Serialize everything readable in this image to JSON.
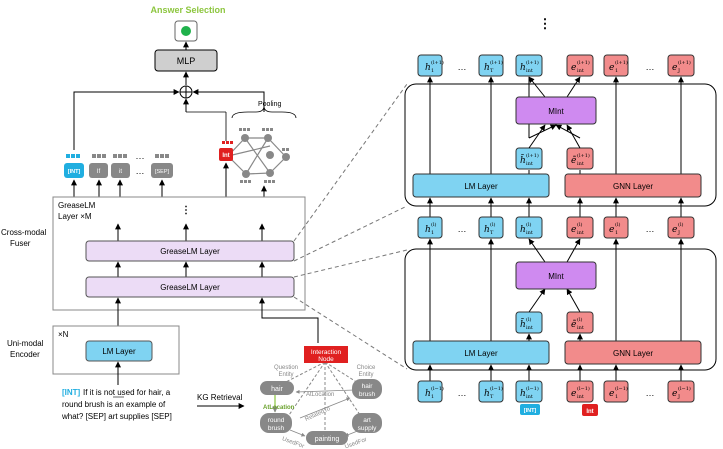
{
  "left": {
    "answer_selection": "Answer Selection",
    "mlp": "MLP",
    "pooling": "Pooling",
    "tokens": [
      "[INT]",
      "If",
      "it",
      "…",
      "[SEP]"
    ],
    "int_node": "Int",
    "fuser_title_1": "GreaseLM",
    "fuser_title_2": "Layer ×M",
    "greaselm_layer": "GreaseLM Layer",
    "cross_modal_1": "Cross-modal",
    "cross_modal_2": "Fuser",
    "uni_modal_1": "Uni-modal",
    "uni_modal_2": "Encoder",
    "xN": "×N",
    "lm_layer": "LM Layer",
    "question_int": "[INT]",
    "question_line1": "If it is not used for hair, a",
    "question_line2": "round brush is an example of",
    "question_line3": "what?  [SEP] art supplies  [SEP]",
    "kg_retrieval": "KG Retrieval"
  },
  "kg": {
    "interaction_node_1": "Interaction",
    "interaction_node_2": "Node",
    "question_entity_1": "Question",
    "question_entity_2": "Entity",
    "choice_entity_1": "Choice",
    "choice_entity_2": "Entity",
    "hair": "hair",
    "hair_brush_1": "hair",
    "hair_brush_2": "brush",
    "round_brush_1": "round",
    "round_brush_2": "brush",
    "art_supply_1": "art",
    "art_supply_2": "supply",
    "painting": "painting",
    "at_location_green": "AtLocation",
    "at_location_gray": "AtLocation",
    "related_to": "RelatedTo",
    "used_for_1": "UsedFor",
    "used_for_2": "UsedFor"
  },
  "right": {
    "mint": "MInt",
    "lm_layer": "LM Layer",
    "gnn_layer": "GNN Layer",
    "int_tag": "[INT]",
    "int_node": "Int",
    "ellipsis": "…",
    "vdots": "⋮"
  },
  "colors": {
    "blue": "#7fd3f2",
    "red": "#f28b8b",
    "purple": "#cf8af0",
    "lavender": "#ecdcf6",
    "gray": "#8c8c8c",
    "green": "#8dc63f",
    "int_red": "#e02020",
    "int_blue": "#20aee0"
  }
}
